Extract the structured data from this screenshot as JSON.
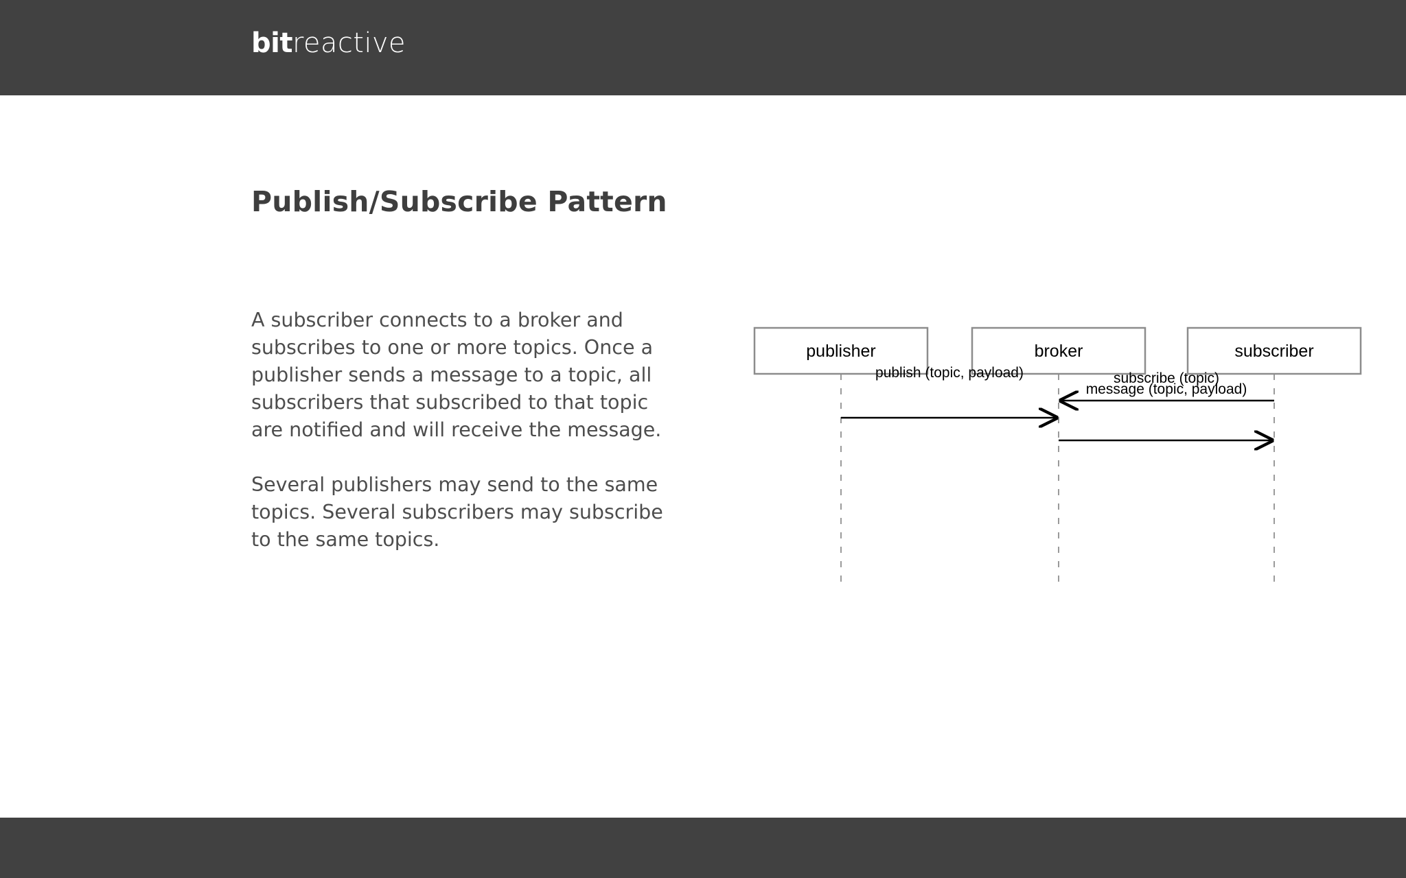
{
  "header": {
    "logo_bold": "bit",
    "logo_light": "reactive"
  },
  "title": "Publish/Subscribe Pattern",
  "body": {
    "paragraph_1": "A subscriber connects to a broker and subscribes to one or more topics. Once a publisher sends a message to a topic, all subscribers that subscribed to that topic are notified and will receive the message.",
    "paragraph_2": "Several publishers may send to the same topics. Several subscribers may subscribe to the same topics."
  },
  "diagram": {
    "type": "sequence",
    "participants": [
      {
        "id": "publisher",
        "label": "publisher"
      },
      {
        "id": "broker",
        "label": "broker"
      },
      {
        "id": "subscriber",
        "label": "subscriber"
      }
    ],
    "messages": [
      {
        "label": "subscribe (topic)",
        "from": "subscriber",
        "to": "broker",
        "direction": "left"
      },
      {
        "label": "publish (topic, payload)",
        "from": "publisher",
        "to": "broker",
        "direction": "right"
      },
      {
        "label": "message (topic, payload)",
        "from": "broker",
        "to": "subscriber",
        "direction": "right"
      }
    ]
  },
  "colors": {
    "bar": "#414141",
    "title_text": "#3e3e3e",
    "body_text": "#4d4d4d",
    "box_border": "#8c8c8c",
    "lifeline": "#9a9a9a",
    "arrow": "#000000",
    "background": "#ffffff"
  }
}
